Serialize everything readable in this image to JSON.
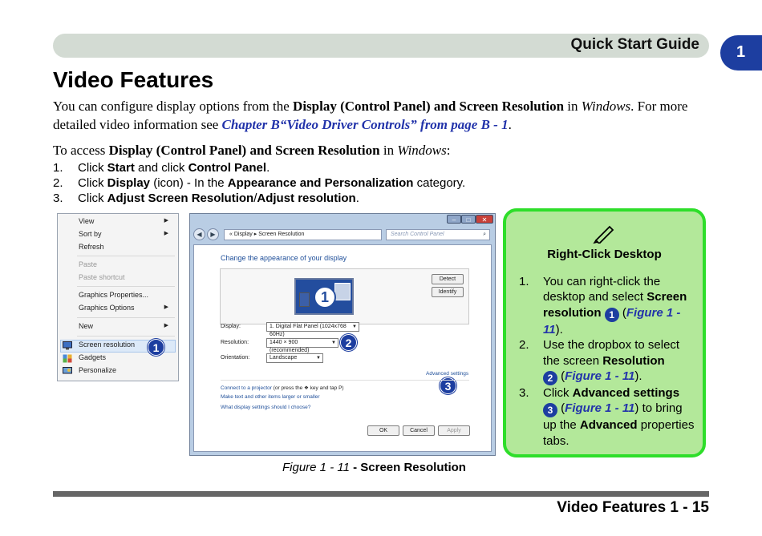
{
  "header": {
    "title": "Quick Start Guide",
    "chapter": "1"
  },
  "page_title": "Video Features",
  "intro": {
    "part1": "You can configure display options from the ",
    "bold1": "Display (Control Panel) and Screen Resolution",
    "part2": " in ",
    "italic1": "Windows",
    "part3": ". For more detailed video information see ",
    "link": "Chapter B“Video Driver Controls” from page B - 1",
    "part4": "."
  },
  "access": {
    "prefix": "To access ",
    "bold": "Display (Control Panel) and Screen Resolution",
    "mid": " in ",
    "italic": "Windows",
    "suffix": ":"
  },
  "steps": [
    {
      "num": "1.",
      "a": "Click ",
      "b": "Start",
      "c": " and click ",
      "d": "Control Panel",
      "e": "."
    },
    {
      "num": "2.",
      "a": "Click ",
      "b": "Display",
      "c": " (icon) - In the ",
      "d": "Appearance and Personalization",
      "e": " category."
    },
    {
      "num": "3.",
      "a": "Click ",
      "b": "Adjust Screen Resolution",
      "c": "/",
      "d": "Adjust resolution",
      "e": "."
    }
  ],
  "context_menu": {
    "items": [
      "View",
      "Sort by",
      "Refresh",
      "Paste",
      "Paste shortcut",
      "Graphics Properties...",
      "Graphics Options",
      "New",
      "Screen resolution",
      "Gadgets",
      "Personalize"
    ],
    "badge": "1"
  },
  "window": {
    "address": "« Display ▸ Screen Resolution",
    "search_placeholder": "Search Control Panel",
    "heading": "Change the appearance of your display",
    "detect": "Detect",
    "identify": "Identify",
    "monitor_number": "1",
    "display_label": "Display:",
    "display_value": "1. Digital Flat Panel (1024x768 60Hz)",
    "resolution_label": "Resolution:",
    "resolution_value": "1440 × 900 (recommended)",
    "orientation_label": "Orientation:",
    "orientation_value": "Landscape",
    "advanced_link": "Advanced settings",
    "projector_link": "Connect to a projector",
    "projector_rest": " (or press the  ❖  key and tap P)",
    "text_link": "Make text and other items larger or smaller",
    "settings_link": "What display settings should I choose?",
    "ok": "OK",
    "cancel": "Cancel",
    "apply": "Apply",
    "badge2": "2",
    "badge3": "3"
  },
  "caption": {
    "figure": "Figure 1 - 11",
    "text": " - Screen Resolution"
  },
  "note": {
    "title": "Right-Click Desktop",
    "items": [
      {
        "num": "1.",
        "a": "You can right-click the desktop and select ",
        "b": "Screen resolution",
        "badge": "1",
        "ref_open": "(",
        "ref": "Figure 1 - 11",
        "ref_close": ")."
      },
      {
        "num": "2.",
        "a": "Use the dropbox to select the screen ",
        "b": "Resolution",
        "badge": "2",
        "ref_open": " (",
        "ref": "Figure 1 - 11",
        "ref_close": ")."
      },
      {
        "num": "3.",
        "a": "Click ",
        "b": "Advanced settings",
        "badge": "3",
        "ref_open": " (",
        "ref": "Figure 1 - 11",
        "ref_close": ") to bring up the ",
        "c": "Advanced",
        "d": " properties tabs."
      }
    ]
  },
  "footer": {
    "text": "Video Features  1 - 15"
  },
  "colors": {
    "accent_blue": "#1d3ea0",
    "note_border": "#2ede2a",
    "note_fill": "#b3e89a",
    "header_bar": "#d3dbd3"
  }
}
